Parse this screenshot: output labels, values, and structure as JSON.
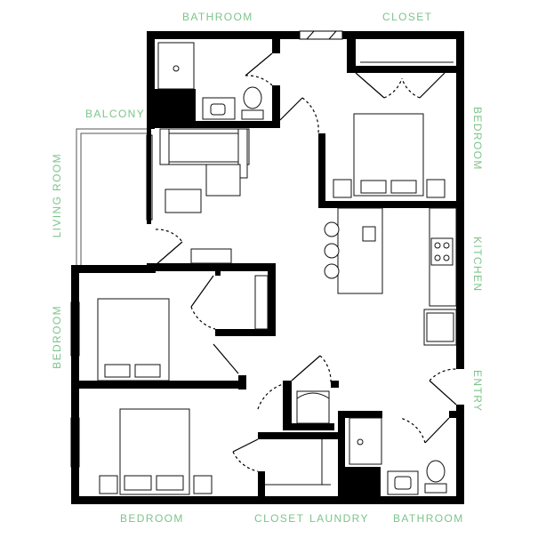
{
  "labels": {
    "bathroom_top": "BATHROOM",
    "closet_top": "CLOSET",
    "balcony": "BALCONY",
    "living_room": "LIVING ROOM",
    "bedroom_right": "BEDROOM",
    "kitchen": "KITCHEN",
    "entry": "ENTRY",
    "bedroom_left": "BEDROOM",
    "bedroom_bottom": "BEDROOM",
    "closet_bottom": "CLOSET",
    "laundry": "LAUNDRY",
    "bathroom_bottom": "BATHROOM"
  },
  "colors": {
    "wall": "#000000",
    "label": "#7cc48a",
    "fixture_stroke": "#111111"
  }
}
